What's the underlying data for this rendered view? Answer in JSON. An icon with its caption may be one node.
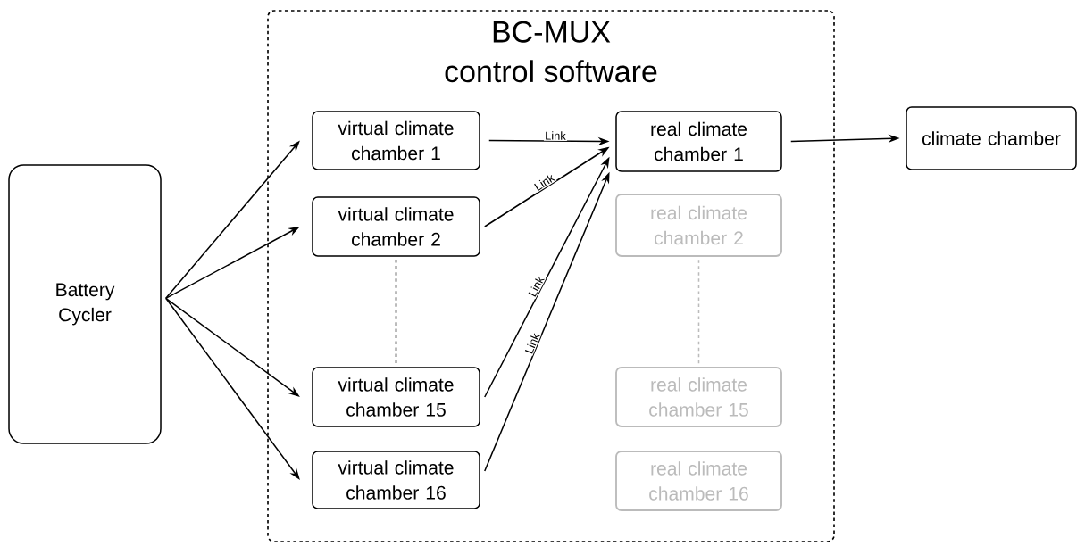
{
  "diagram": {
    "nodes": [
      {
        "text": [
          "BC-MUX control software"
        ]
      },
      {
        "text": [
          "Battery Cycler"
        ]
      },
      {
        "text": [
          "virtual climate chamber 1"
        ],
        "in": 0
      },
      {
        "text": [
          "virtual climate chamber 2"
        ],
        "in": 0
      },
      {
        "text": [
          "virtual climate chamber 15"
        ],
        "in": 0
      },
      {
        "text": [
          "virtual climate chamber 16"
        ],
        "in": 0
      },
      {
        "text": [
          "real climate chamber 1"
        ],
        "in": 0
      },
      {
        "text": [
          "real climate chamber 2"
        ],
        "in": 0
      },
      {
        "text": [
          "real climate chamber 15"
        ],
        "in": 0
      },
      {
        "text": [
          "real climate chamber 16"
        ],
        "in": 0
      },
      {
        "text": [
          "climate chamber"
        ]
      }
    ],
    "edges": [
      {
        "from": 1,
        "to": 2,
        "arrow": "to"
      },
      {
        "from": 1,
        "to": 3,
        "arrow": "to"
      },
      {
        "from": 1,
        "to": 4,
        "arrow": "to"
      },
      {
        "from": 1,
        "to": 5,
        "arrow": "to"
      },
      {
        "from": 2,
        "to": 6,
        "arrow": "to",
        "label": "Link"
      },
      {
        "from": 3,
        "to": 6,
        "arrow": "to",
        "label": "Link"
      },
      {
        "from": 4,
        "to": 6,
        "arrow": "to",
        "label": "Link"
      },
      {
        "from": 5,
        "to": 6,
        "arrow": "to",
        "label": "Link"
      },
      {
        "from": 6,
        "to": 10,
        "arrow": "to"
      },
      {
        "from": 3,
        "to": 4,
        "arrow": "none",
        "style": "dashed"
      },
      {
        "from": 7,
        "to": 8,
        "arrow": "none",
        "style": "dashed",
        "color": "#bbbbbb"
      }
    ]
  }
}
